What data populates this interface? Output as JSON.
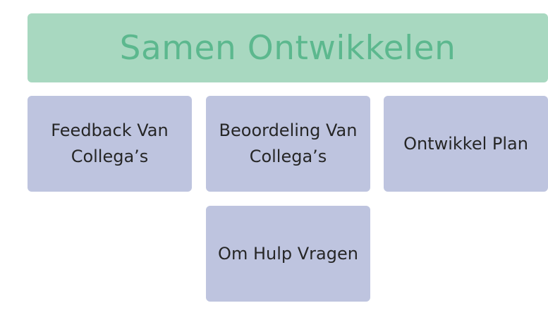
{
  "header": {
    "title": "Samen Ontwikkelen"
  },
  "items": [
    {
      "label": "Feedback Van Collega’s"
    },
    {
      "label": "Beoordeling Van Collega’s"
    },
    {
      "label": "Ontwikkel Plan"
    },
    {
      "label": "Om Hulp Vragen"
    }
  ],
  "colors": {
    "header_fill": "#a8d8c0",
    "header_text": "#5cb88e",
    "box_fill": "#bec4df",
    "box_text": "#262626"
  }
}
